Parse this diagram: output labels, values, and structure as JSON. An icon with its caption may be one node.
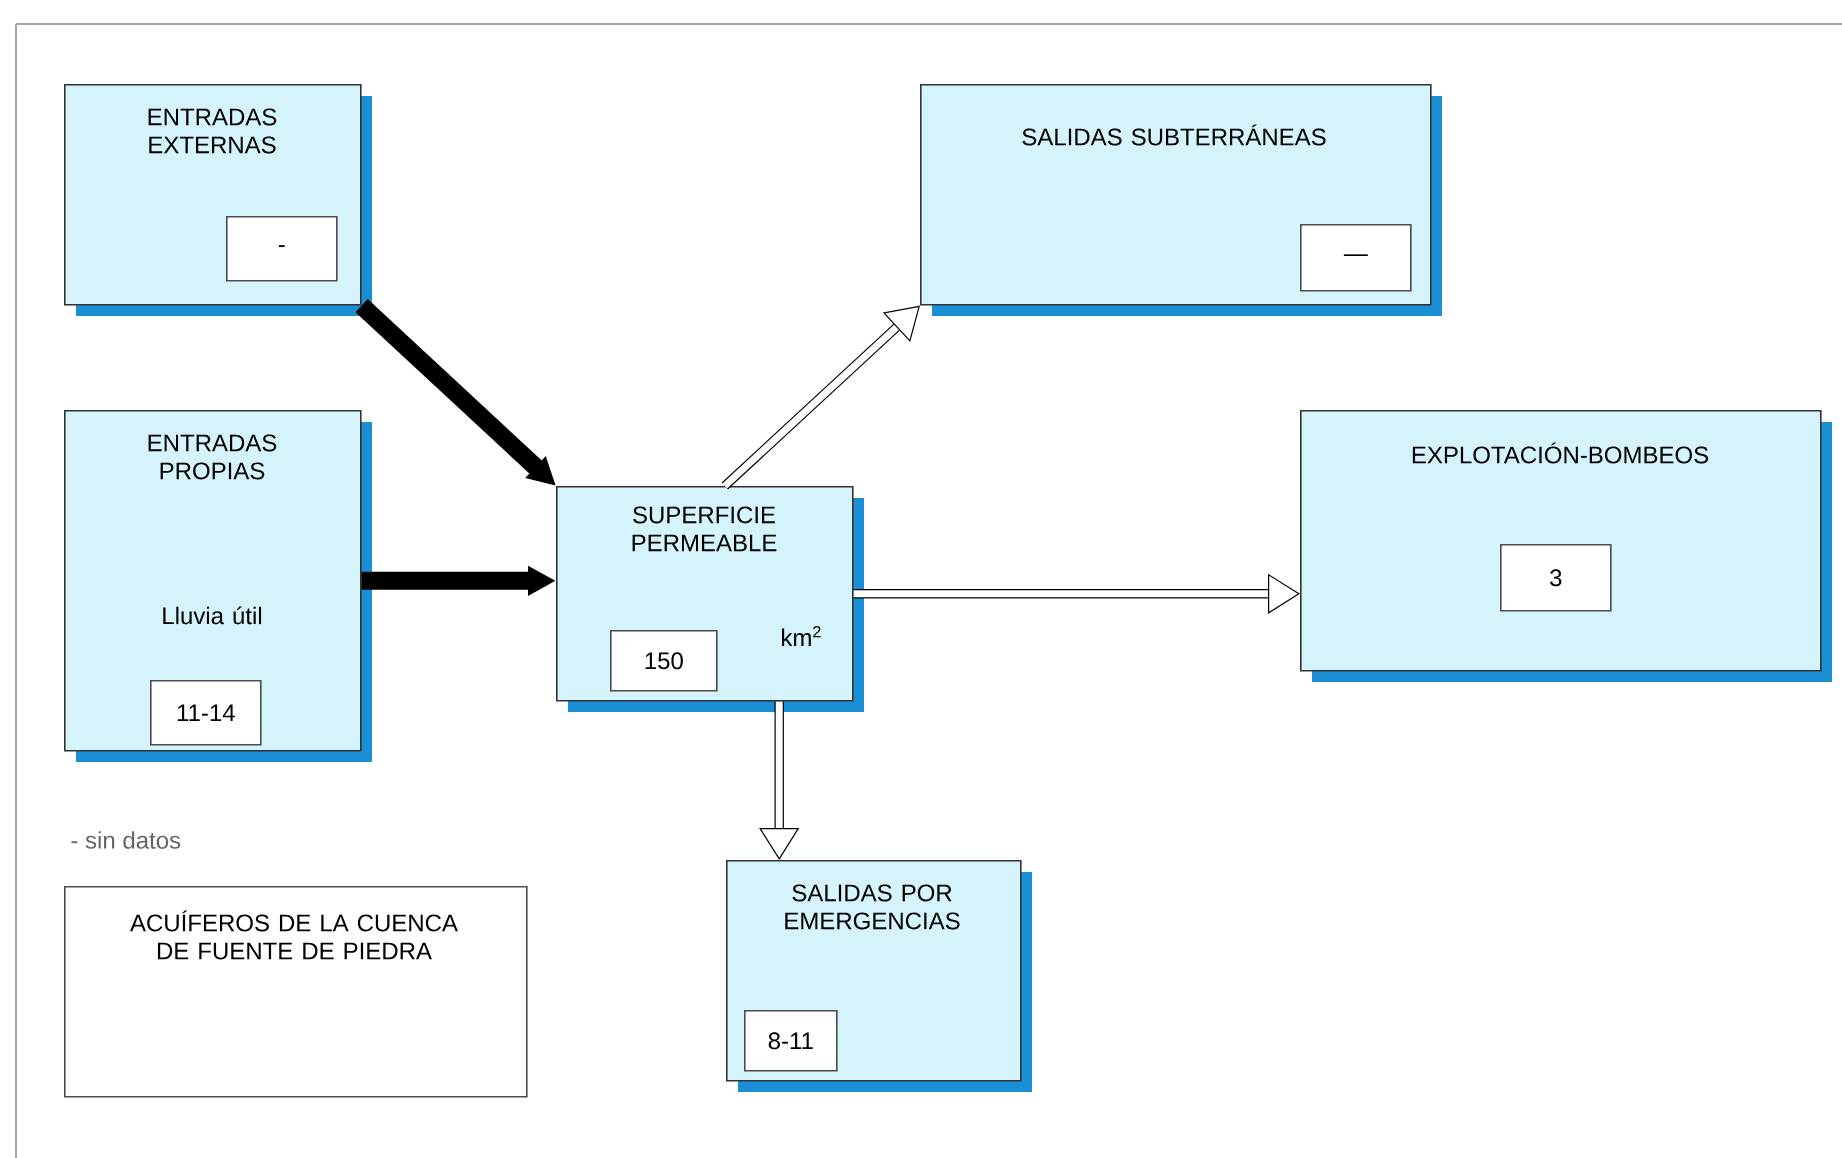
{
  "diagram": {
    "nodes": [
      {
        "text": [
          "ENTRADAS EXTERNAS"
        ]
      },
      {
        "text": [
          "-"
        ],
        "in": 0
      },
      {
        "text": [
          "SALIDAS SUBTERRÁNEAS"
        ]
      },
      {
        "text": [
          "—"
        ],
        "in": 2
      },
      {
        "text": [
          "ENTRADAS PROPIAS",
          "Lluvia útil"
        ]
      },
      {
        "text": [
          "11-14"
        ],
        "in": 4
      },
      {
        "text": [
          "SUPERFICIE PERMEABLE",
          "km$^{2}$"
        ]
      },
      {
        "text": [
          "150"
        ],
        "in": 6
      },
      {
        "text": [
          "EXPLOTACIÓN-BOMBEOS"
        ]
      },
      {
        "text": [
          "3"
        ],
        "in": 8
      },
      {
        "text": [
          "SALIDAS POR EMERGENCIAS"
        ]
      },
      {
        "text": [
          "8-11"
        ],
        "in": 10
      },
      {
        "text": [
          "ACUÍFEROS DE LA CUENCA DE FUENTE DE PIEDRA"
        ]
      }
    ],
    "edges": [
      {
        "from": 0,
        "to": 6,
        "arrow": "to",
        "style": "thick"
      },
      {
        "from": 4,
        "to": 6,
        "arrow": "to",
        "style": "thick"
      },
      {
        "from": 6,
        "to": 2,
        "arrow": "to"
      },
      {
        "from": 6,
        "to": 8,
        "arrow": "to"
      },
      {
        "from": 6,
        "to": 10,
        "arrow": "to"
      }
    ],
    "labels": [
      "- sin datos"
    ]
  }
}
